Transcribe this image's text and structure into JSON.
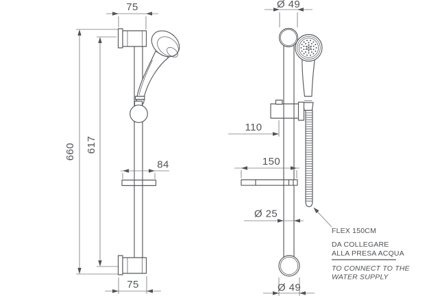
{
  "colors": {
    "line": "#56585c",
    "dimension_text": "#515356",
    "background": "#ffffff"
  },
  "side_view": {
    "dim_top_bracket_width": "75",
    "dim_overall_height": "660",
    "dim_rail_height": "617",
    "dim_soap_dish_width": "84",
    "dim_bottom_bracket_width": "75"
  },
  "front_view": {
    "dim_top_bracket_diameter": "Ø 49",
    "dim_holder_offset": "110",
    "dim_soap_dish_width": "150",
    "dim_rail_diameter": "Ø 25",
    "dim_bottom_bracket_diameter": "Ø 49"
  },
  "notes": {
    "flex": "FLEX 150CM",
    "italian": [
      "DA COLLEGARE",
      "ALLA PRESA ACQUA"
    ],
    "english": [
      "TO CONNECT TO THE",
      "WATER SUPPLY"
    ]
  }
}
